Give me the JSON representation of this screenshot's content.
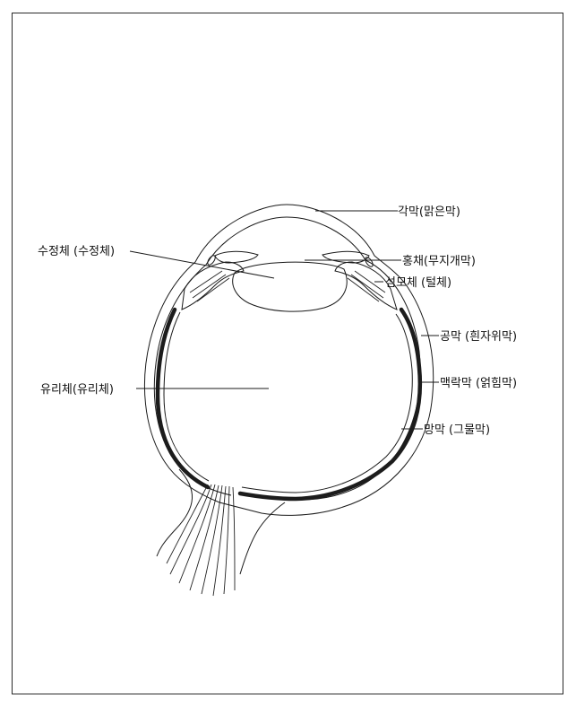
{
  "labels": {
    "cornea": "각막(맑은막)",
    "iris": "홍채(무지개막)",
    "ciliary_body": "섬모체 (털체)",
    "sclera": "공막 (흰자위막)",
    "choroid": "맥락막 (얽힘막)",
    "retina": "망막 (그물막)",
    "lens": "수정체 (수정체)",
    "vitreous": "유리체(유리체)"
  }
}
